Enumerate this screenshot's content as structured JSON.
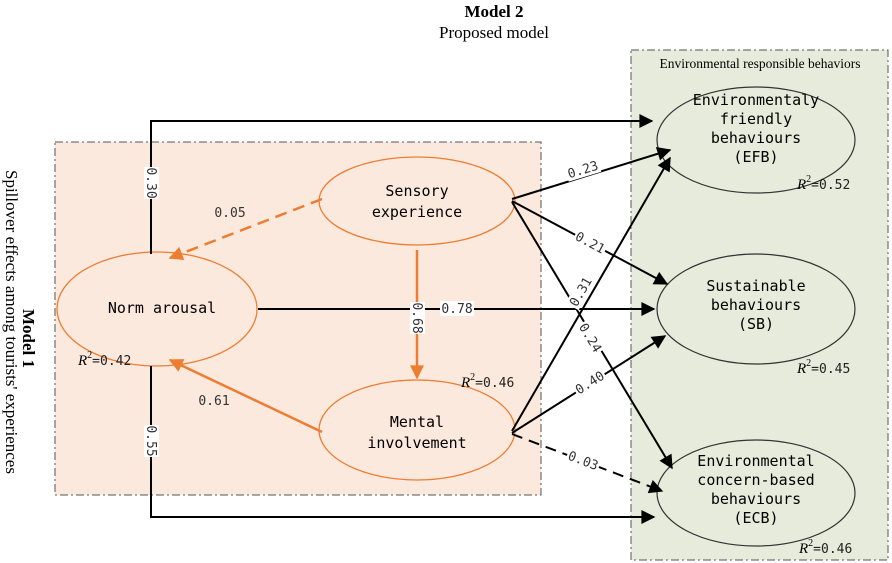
{
  "header": {
    "title": "Model 2",
    "subtitle": "Proposed model"
  },
  "side_label": {
    "title": "Model 1",
    "subtitle": "Spillover effects among tourists' experiences"
  },
  "right_panel": {
    "title": "Environmental responsible behaviors"
  },
  "colors": {
    "orange": "#ED7D31",
    "black": "#000000",
    "left_fill": "#FCE9DD",
    "right_fill": "#E6EBDB",
    "ellipse_right_fill": "#E6EBDB"
  },
  "nodes": {
    "sensory": {
      "lines": [
        "Sensory",
        "experience"
      ]
    },
    "norm": {
      "lines": [
        "Norm arousal"
      ],
      "r2_sym": "R",
      "r2_exp": "2",
      "r2_val": "=0.42"
    },
    "mental": {
      "lines": [
        "Mental",
        "involvement"
      ],
      "r2_sym": "R",
      "r2_exp": "2",
      "r2_val": "=0.46"
    },
    "efb": {
      "lines": [
        "Environmentaly",
        "friendly",
        "behaviours",
        "(EFB)"
      ],
      "r2_sym": "R",
      "r2_exp": "2",
      "r2_val": "=0.52"
    },
    "sb": {
      "lines": [
        "Sustainable",
        "behaviours",
        "(SB)"
      ],
      "r2_sym": "R",
      "r2_exp": "2",
      "r2_val": "=0.45"
    },
    "ecb": {
      "lines": [
        "Environmental",
        "concern-based",
        "behaviours",
        "(ECB)"
      ],
      "r2_sym": "R",
      "r2_exp": "2",
      "r2_val": "=0.46"
    }
  },
  "paths": {
    "sensory_norm": "0.05",
    "sensory_mental": "0.68",
    "mental_norm": "0.61",
    "norm_efb": "0.30",
    "norm_sb": "0.78",
    "norm_ecb": "0.55",
    "sensory_efb": "0.23",
    "sensory_sb": "0.21",
    "sensory_ecb": "0.24",
    "mental_efb": "0.31",
    "mental_sb": "0.40",
    "mental_ecb": "0.03"
  }
}
